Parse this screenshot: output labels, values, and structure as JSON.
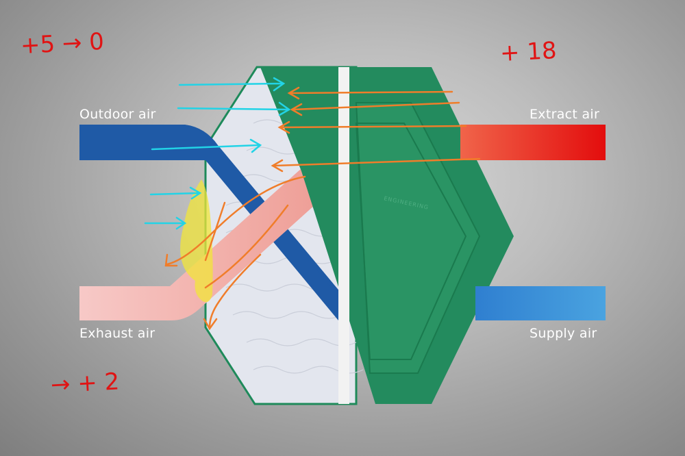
{
  "labels": {
    "outdoor_air": "Outdoor air",
    "extract_air": "Extract air",
    "exhaust_air": "Exhaust air",
    "supply_air": "Supply air"
  },
  "annotations": {
    "outdoor_temp": "+5 → 0",
    "extract_temp": "+ 18",
    "exhaust_temp": "→ + 2"
  },
  "brand_text": "ENGINEERING",
  "colors": {
    "outdoor_duct": "#1f5aa6",
    "extract_duct": "#e8382a",
    "exhaust_duct": "#f4b0ad",
    "supply_duct": "#3a8fd6",
    "exchanger_green": "#238b5e",
    "exchanger_plate": "#e3e6ee",
    "cold_arrows": "#22d3e6",
    "warm_arrows": "#f07d2a",
    "frost_zone": "#f2e63a",
    "handwriting": "#e01414"
  },
  "icons": [
    "cold-airflow-arrow",
    "warm-airflow-arrow",
    "frost-zone-highlight"
  ]
}
